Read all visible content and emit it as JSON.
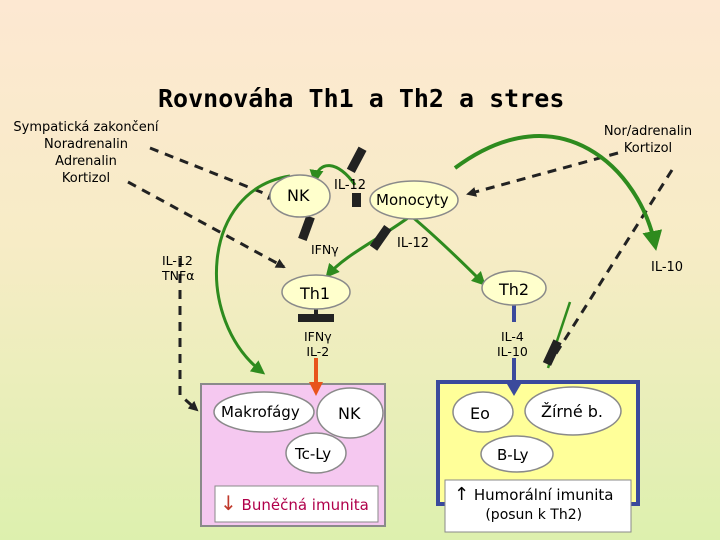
{
  "title": "Rovnováha Th1 a Th2 a stres",
  "left_stress_factors": [
    "Sympatická zakončení",
    "Noradrenalin",
    "Adrenalin",
    "Kortizol"
  ],
  "right_stress_factors": [
    "Nor/adrenalin",
    "Kortizol"
  ],
  "nodes": {
    "nk_top": "NK",
    "monocyty": "Monocyty",
    "th1": "Th1",
    "th2": "Th2",
    "makrofagy": "Makrofágy",
    "nk_bottom": "NK",
    "tc_ly": "Tc-Ly",
    "eo": "Eo",
    "zirne": "Žírné b.",
    "b_ly": "B-Ly"
  },
  "cytokines": {
    "il12_top": "IL-12",
    "ifn_top": "IFNγ",
    "il12_mid": "IL-12",
    "il12_tnf": [
      "IL-12",
      "TNFα"
    ],
    "il10": "IL-10",
    "th1_out": [
      "IFNγ",
      "IL-2"
    ],
    "th2_out": [
      "IL-4",
      "IL-10"
    ]
  },
  "outcomes": {
    "cellular_arrow": "↓",
    "cellular": "Buněčná imunita",
    "humoral_arrow": "↑",
    "humoral": "Humorální imunita",
    "humoral_note": "(posun k Th2)"
  },
  "colors": {
    "green_arrow": "#2e8b1e",
    "dark_line": "#222222",
    "red_arrow": "#e8541c",
    "blue_arrow": "#3b4a9c",
    "left_box_fill": "#f5c8f0",
    "left_box_border": "#8a8a8a",
    "right_box_fill": "#ffff99",
    "right_box_border": "#3b4a9c"
  }
}
